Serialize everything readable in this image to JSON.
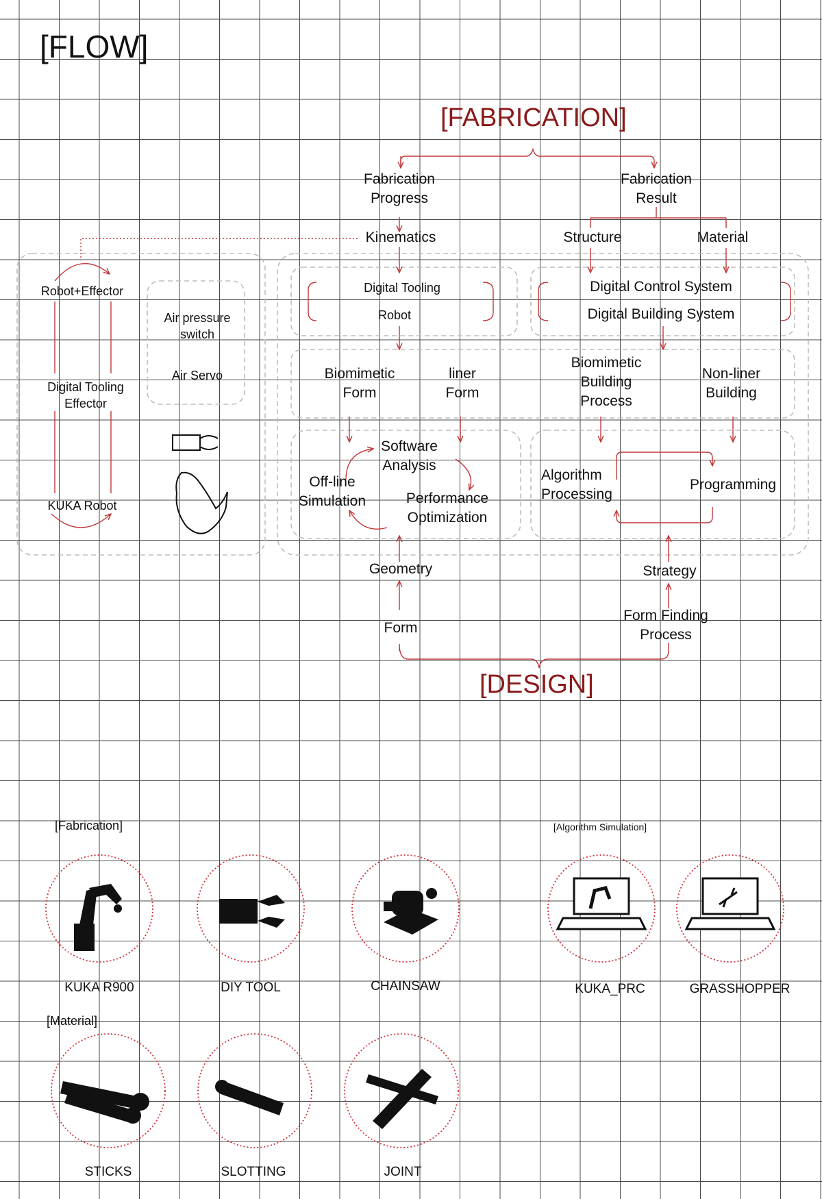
{
  "title": "[FLOW]",
  "headings": {
    "fabrication": "[FABRICATION]",
    "design": "[DESIGN]"
  },
  "colors": {
    "accent": "#8b1a1a",
    "link": "#c0393b",
    "grid": "#4a4a4a",
    "dash": "#bdbdbd",
    "text": "#111111"
  },
  "left_panel": {
    "robot_effector": "Robot+Effector",
    "digital_tooling_effector": "Digital Tooling\nEffector",
    "kuka_robot": "KUKA Robot",
    "air_pressure_switch": "Air pressure\nswitch",
    "air_servo": "Air Servo"
  },
  "fabrication": {
    "progress": "Fabrication\nProgress",
    "result": "Fabrication\nResult",
    "kinematics": "Kinematics",
    "structure": "Structure",
    "material": "Material",
    "digital_tooling": "Digital Tooling",
    "robot": "Robot",
    "digital_control_system": "Digital Control System",
    "digital_building_system": "Digital Building System",
    "biomimetic_form": "Biomimetic\nForm",
    "liner_form": "liner\nForm",
    "biomimetic_building_process": "Biomimetic\nBuilding\nProcess",
    "non_liner_building": "Non-liner\nBuilding",
    "software_analysis": "Software\nAnalysis",
    "offline_simulation": "Off-line\nSimulation",
    "performance_optimization": "Performance\nOptimization",
    "algorithm_processing": "Algorithm\nProcessing",
    "programming": "Programming"
  },
  "design": {
    "geometry": "Geometry",
    "form": "Form",
    "strategy": "Strategy",
    "form_finding_process": "Form Finding\nProcess"
  },
  "tools": {
    "fabrication_label": "[Fabrication]",
    "algorithm_label": "[Algorithm Simulation]",
    "material_label": "[Material]",
    "kuka_r900": "KUKA R900",
    "diy_tool": "DIY TOOL",
    "chainsaw": "CHAINSAW",
    "kuka_prc": "KUKA_PRC",
    "grasshopper": "GRASSHOPPER",
    "sticks": "STICKS",
    "slotting": "SLOTTING",
    "joint": "JOINT"
  }
}
